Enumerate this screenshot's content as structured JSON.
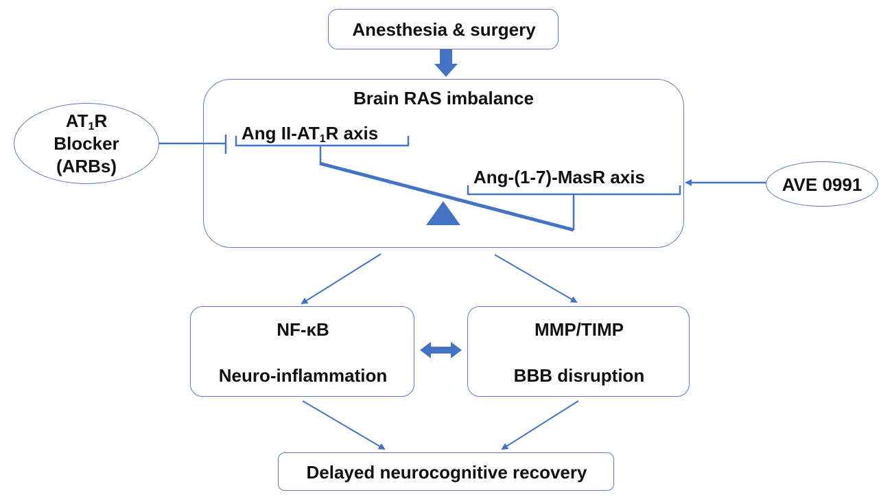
{
  "nodes": {
    "anesthesia": "Anesthesia & surgery",
    "brain_ras": "Brain RAS imbalance",
    "ang2_prefix": "Ang II-AT",
    "ang2_sub": "1",
    "ang2_suffix": "R axis",
    "ang17": "Ang-(1-7)-MasR axis",
    "blocker_line1_prefix": "AT",
    "blocker_line1_sub": "1",
    "blocker_line1_suffix": "R",
    "blocker_line2": "Blocker",
    "blocker_line3": "(ARBs)",
    "ave": "AVE 0991",
    "nfkb": "NF-κB",
    "neuroinflammation": "Neuro-inflammation",
    "mmp": "MMP/TIMP",
    "bbb": "BBB disruption",
    "delayed": "Delayed neurocognitive recovery"
  },
  "colors": {
    "accent": "#4472c4",
    "border": "#5b7cc0",
    "text": "#111111"
  }
}
